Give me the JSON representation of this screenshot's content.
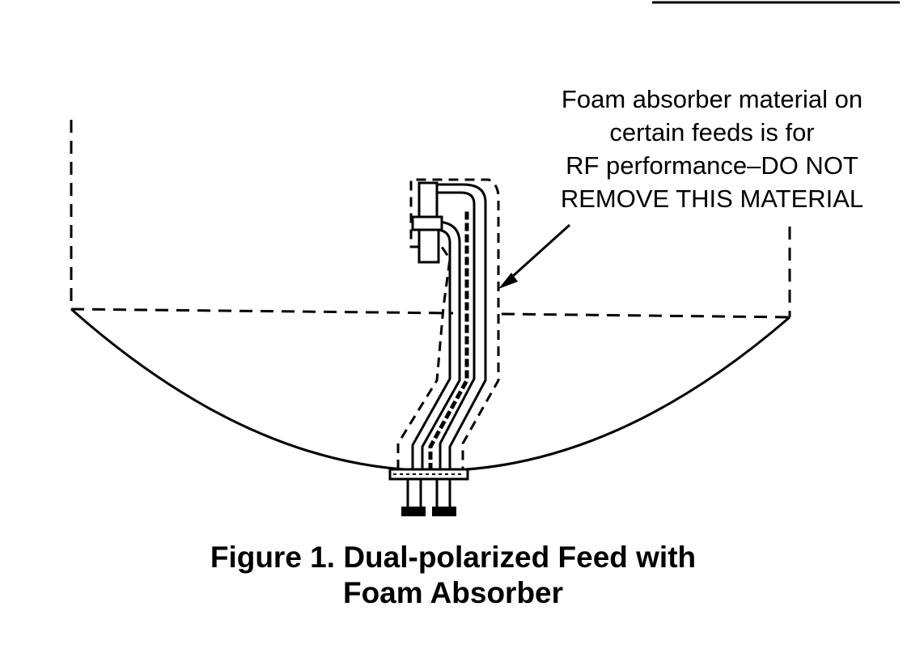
{
  "callout": {
    "lines": [
      "Foam absorber material on",
      "certain feeds is for",
      "RF performance–DO NOT",
      "REMOVE THIS MATERIAL"
    ]
  },
  "caption": {
    "line1": "Figure 1. Dual-polarized Feed with",
    "line2": "Foam Absorber"
  },
  "colors": {
    "ink": "#000000",
    "paper": "#ffffff"
  }
}
